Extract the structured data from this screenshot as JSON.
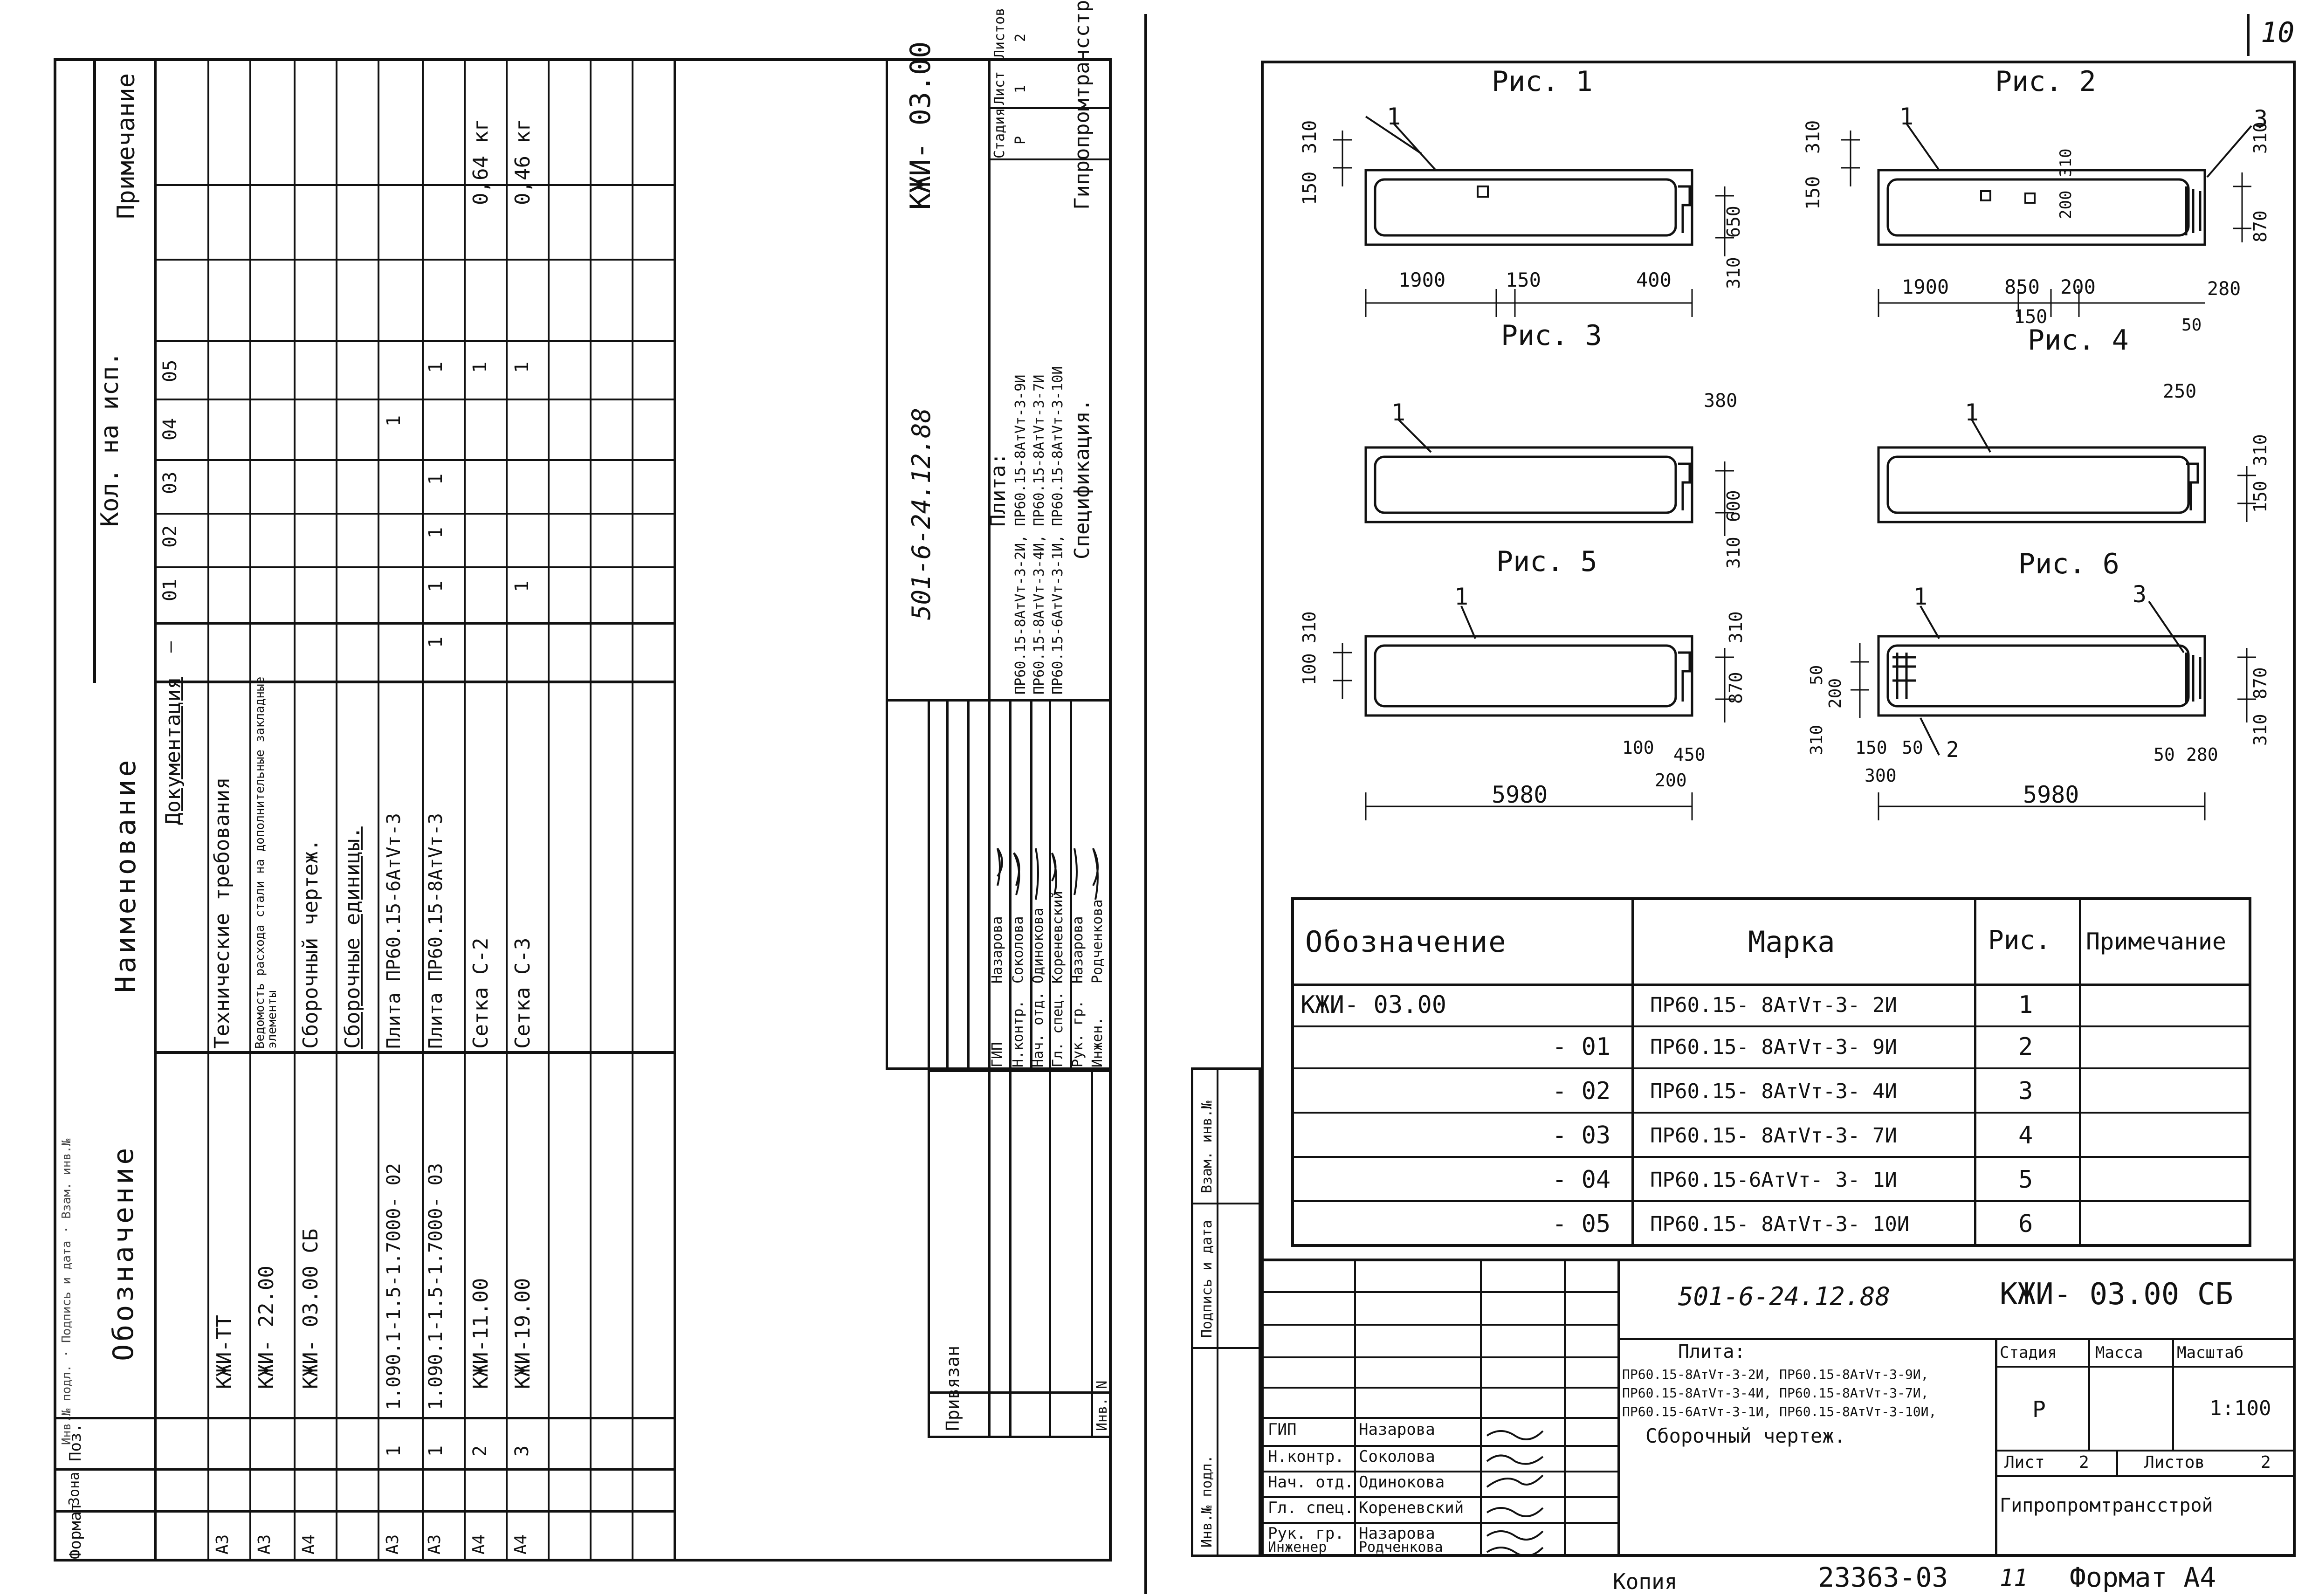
{
  "page": {
    "page_number": "10",
    "bottom_copy_label": "Копия",
    "bottom_doc_number": "23363-03",
    "bottom_sheet_index": "11",
    "bottom_format": "Формат А4",
    "left_margin_labels": [
      "Инв.№ подл.",
      "Подпись и дата",
      "Взам. инв.№"
    ]
  },
  "spec_sheet": {
    "header": {
      "format": "Формат",
      "zone": "Зона",
      "pos": "Поз.",
      "designation": "Обозначение",
      "name": "Наименование",
      "qty": "Кол. на исп.",
      "note": "Примечание",
      "exec_cols": [
        "—",
        "01",
        "02",
        "03",
        "04",
        "05"
      ]
    },
    "rows": [
      {
        "format": "",
        "pos": "",
        "designation": "",
        "name": "Документация",
        "qty": [
          "",
          "",
          "",
          "",
          "",
          ""
        ],
        "note": ""
      },
      {
        "format": "А3",
        "pos": "",
        "designation": "КЖИ-ТТ",
        "name": "Технические требования",
        "qty": [
          "",
          "",
          "",
          "",
          "",
          ""
        ],
        "note": ""
      },
      {
        "format": "А3",
        "pos": "",
        "designation": "КЖИ- 22.00",
        "name": "Ведомость расхода стали на дополнительные закладные элементы",
        "qty": [
          "",
          "",
          "",
          "",
          "",
          ""
        ],
        "note": ""
      },
      {
        "format": "А4",
        "pos": "",
        "designation": "КЖИ- 03.00 СБ",
        "name": "Сборочный чертеж.",
        "qty": [
          "",
          "",
          "",
          "",
          "",
          ""
        ],
        "note": ""
      },
      {
        "format": "",
        "pos": "",
        "designation": "",
        "name": "Сборочные единицы.",
        "qty": [
          "",
          "",
          "",
          "",
          "",
          ""
        ],
        "note": ""
      },
      {
        "format": "А3",
        "pos": "1",
        "designation": "1.090.1-1.5-1.7000- 02",
        "name": "Плита ПР60.15-6АтVт-3",
        "qty": [
          "",
          "",
          "",
          "",
          "1",
          ""
        ],
        "note": ""
      },
      {
        "format": "А3",
        "pos": "1",
        "designation": "1.090.1-1.5-1.7000- 03",
        "name": "Плита ПР60.15-8АтVт-3",
        "qty": [
          "1",
          "1",
          "1",
          "1",
          "",
          "1"
        ],
        "note": ""
      },
      {
        "format": "А4",
        "pos": "2",
        "designation": "КЖИ-11.00",
        "name": "Сетка С-2",
        "qty": [
          "",
          "",
          "",
          "",
          "",
          "1"
        ],
        "note": "0,64 кг"
      },
      {
        "format": "А4",
        "pos": "3",
        "designation": "КЖИ-19.00",
        "name": "Сетка С-3",
        "qty": [
          "",
          "1",
          "",
          "",
          "",
          "1"
        ],
        "note": "0,46 кг"
      }
    ],
    "title_block": {
      "project": "501-6-24.12.88",
      "code": "КЖИ- 03.00",
      "stage_label": "Стадия",
      "stage": "Р",
      "sheet_label": "Лист",
      "sheet": "1",
      "sheets_label": "Листов",
      "sheets": "2",
      "description": [
        "Плита:",
        "ПР60.15-8АтVт-3-2И, ПР60.15-8АтVт-3-9И",
        "ПР60.15-8АтVт-3-4И, ПР60.15-8АтVт-3-7И",
        "ПР60.15-6АтVт-3-1И, ПР60.15-8АтVт-3-10И"
      ],
      "doc_type": "Спецификация.",
      "organization": "Гипропромтрансстрой",
      "roles": [
        "ГИП",
        "Н.контр.",
        "Нач. отд.",
        "Гл. спец.",
        "Рук. гр.",
        "Инжен."
      ],
      "names": [
        "Назарова",
        "Соколова",
        "Одинокова",
        "Кореневский",
        "Назарова",
        "Родченкова"
      ],
      "privyazan": "Привязан",
      "inv": "Инв. N"
    }
  },
  "drawing_sheet": {
    "figures": [
      {
        "label": "Рис. 1",
        "dims": [
          "310",
          "150",
          "1900",
          "150",
          "400",
          "310",
          "650"
        ]
      },
      {
        "label": "Рис. 2",
        "dims": [
          "310",
          "150",
          "310",
          "200",
          "1900",
          "850",
          "200",
          "150",
          "280",
          "50",
          "310",
          "870"
        ]
      },
      {
        "label": "Рис. 3",
        "dims": [
          "380",
          "310",
          "600"
        ]
      },
      {
        "label": "Рис. 4",
        "dims": [
          "250",
          "310",
          "150"
        ]
      },
      {
        "label": "Рис. 5",
        "dims": [
          "310",
          "100",
          "310",
          "870",
          "100",
          "450",
          "200",
          "5980"
        ]
      },
      {
        "label": "Рис. 6",
        "dims": [
          "50",
          "200",
          "310",
          "150",
          "50",
          "300",
          "2",
          "5980",
          "50",
          "280",
          "310",
          "870"
        ]
      }
    ],
    "callouts": [
      "1",
      "3",
      "2"
    ],
    "marks_table": {
      "headers": [
        "Обозначение",
        "Марка",
        "Рис.",
        "Примечание"
      ],
      "rows": [
        {
          "designation": "КЖИ- 03.00",
          "mark": "ПР60.15- 8АтVт-3- 2И",
          "fig": "1",
          "note": ""
        },
        {
          "designation": "- 01",
          "mark": "ПР60.15- 8АтVт-3- 9И",
          "fig": "2",
          "note": ""
        },
        {
          "designation": "- 02",
          "mark": "ПР60.15- 8АтVт-3- 4И",
          "fig": "3",
          "note": ""
        },
        {
          "designation": "- 03",
          "mark": "ПР60.15- 8АтVт-3- 7И",
          "fig": "4",
          "note": ""
        },
        {
          "designation": "- 04",
          "mark": "ПР60.15-6АтVт- 3- 1И",
          "fig": "5",
          "note": ""
        },
        {
          "designation": "- 05",
          "mark": "ПР60.15- 8АтVт-3- 10И",
          "fig": "6",
          "note": ""
        }
      ]
    },
    "title_block": {
      "project": "501-6-24.12.88",
      "code": "КЖИ- 03.00 СБ",
      "description": [
        "Плита:",
        "ПР60.15-8АтVт-3-2И, ПР60.15-8АтVт-3-9И,",
        "ПР60.15-8АтVт-3-4И, ПР60.15-8АтVт-3-7И,",
        "ПР60.15-6АтVт-3-1И, ПР60.15-8АтVт-3-10И,"
      ],
      "doc_type": "Сборочный чертеж.",
      "stage_label": "Стадия",
      "mass_label": "Масса",
      "scale_label": "Масштаб",
      "stage": "Р",
      "scale": "1:100",
      "sheet_label": "Лист",
      "sheet": "2",
      "sheets_label": "Листов",
      "sheets": "2",
      "organization": "Гипропромтрансстрой",
      "roles": [
        "ГИП",
        "Н.контр.",
        "Нач. отд.",
        "Гл. спец.",
        "Рук. гр.",
        "Инженер"
      ],
      "names": [
        "Назарова",
        "Соколова",
        "Одинокова",
        "Кореневский",
        "Назарова",
        "Родченкова"
      ]
    }
  }
}
